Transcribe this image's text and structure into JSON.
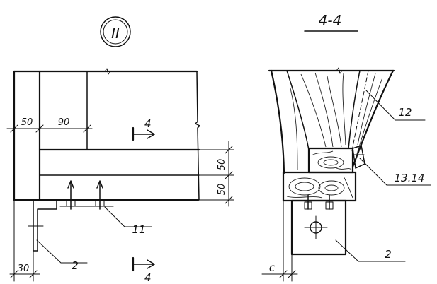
{
  "left_view": {
    "title": "II",
    "dim_50_top": "50",
    "dim_90": "90",
    "dim_50_right_top": "50",
    "dim_50_right_bottom": "50",
    "dim_30": "30",
    "section_mark_top": "4",
    "section_mark_bottom": "4",
    "callout_11": "11",
    "callout_2": "2"
  },
  "right_view": {
    "title": "4-4",
    "callout_12": "12",
    "callout_13_14": "13.14",
    "callout_2": "2",
    "dim_c": "c"
  }
}
